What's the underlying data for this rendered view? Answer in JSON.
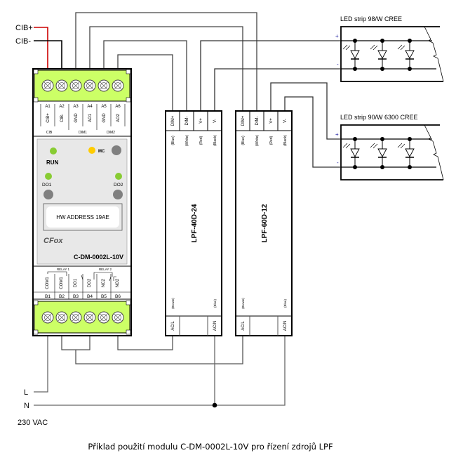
{
  "bus": {
    "cib_plus": "CIB+",
    "cib_minus": "CIB-",
    "wire_colors": {
      "cib_plus": "#cc0000",
      "cib_minus": "#000000"
    }
  },
  "module": {
    "model": "C-DM-0002L-10V",
    "brand": "CFox",
    "hw_address": "HW ADDRESS 19AE",
    "terminal_color": "#ccff66",
    "panel_color": "#e8e8e8",
    "top_terminals": [
      {
        "pin": "A1",
        "signal": "CIB+"
      },
      {
        "pin": "A2",
        "signal": "CIB-"
      },
      {
        "pin": "A3",
        "signal": "GND"
      },
      {
        "pin": "A4",
        "signal": "AO1"
      },
      {
        "pin": "A5",
        "signal": "GND"
      },
      {
        "pin": "A6",
        "signal": "AO2"
      }
    ],
    "top_groups": [
      "CIB",
      "DIM1",
      "DIM2"
    ],
    "leds": [
      {
        "label": "RUN",
        "color": "#88cc33"
      },
      {
        "label": "MC",
        "color": "#ffcc00"
      },
      {
        "label": "DO1",
        "color": "#88cc33"
      },
      {
        "label": "DO2",
        "color": "#88cc33"
      }
    ],
    "button_color": "#808080",
    "bottom_groups": [
      "RELAY 1",
      "RELAY 2"
    ],
    "bottom_terminals": [
      {
        "pin": "B1",
        "signal": "COM1"
      },
      {
        "pin": "B2",
        "signal": "COM1"
      },
      {
        "pin": "B3",
        "signal": "DO1"
      },
      {
        "pin": "B4",
        "signal": "DO2"
      },
      {
        "pin": "B5",
        "signal": "NC2"
      },
      {
        "pin": "B6",
        "signal": "NO2"
      }
    ]
  },
  "drivers": [
    {
      "model": "LPF-40D-24",
      "inputs": [
        {
          "name": "DIM+",
          "wire": "(Blue)"
        },
        {
          "name": "DIM-",
          "wire": "(White)"
        },
        {
          "name": "V+",
          "wire": "(Red)"
        },
        {
          "name": "V-",
          "wire": "(Black)"
        }
      ],
      "ac": [
        {
          "name": "AC/L",
          "wire": "(Brown)"
        },
        {
          "name": "AC/N",
          "wire": "(Blue)"
        }
      ]
    },
    {
      "model": "LPF-60D-12",
      "inputs": [
        {
          "name": "DIM+",
          "wire": "(Blue)"
        },
        {
          "name": "DIM-",
          "wire": "(White)"
        },
        {
          "name": "V+",
          "wire": "(Red)"
        },
        {
          "name": "V-",
          "wire": "(Black)"
        }
      ],
      "ac": [
        {
          "name": "AC/L",
          "wire": "(Brown)"
        },
        {
          "name": "AC/N",
          "wire": "(Blue)"
        }
      ]
    }
  ],
  "led_strips": [
    {
      "title": "LED strip 98/W CREE",
      "plus": "+",
      "minus": "-",
      "leds": 3
    },
    {
      "title": "LED strip 90/W 6300 CREE",
      "plus": "+",
      "minus": "-",
      "leds": 3
    }
  ],
  "mains": {
    "line": "L",
    "neutral": "N",
    "voltage": "230 VAC"
  },
  "caption": "Příklad použití modulu C-DM-0002L-10V pro řízení zdrojů LPF"
}
